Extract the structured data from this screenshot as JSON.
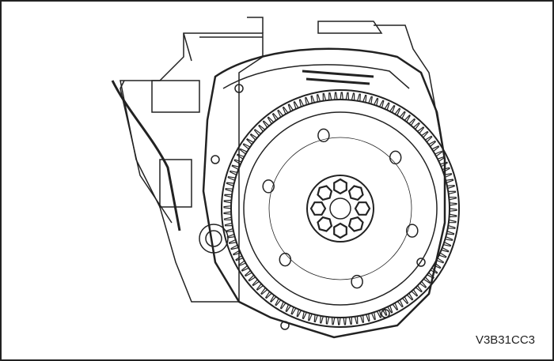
{
  "illustration": {
    "code_label": "V3B31CC3",
    "subject": "flywheel-ring-gear-with-bolts",
    "line_color": "#222222",
    "background": "#ffffff",
    "bolt_count": 8,
    "ring_gear_teeth": 120
  }
}
